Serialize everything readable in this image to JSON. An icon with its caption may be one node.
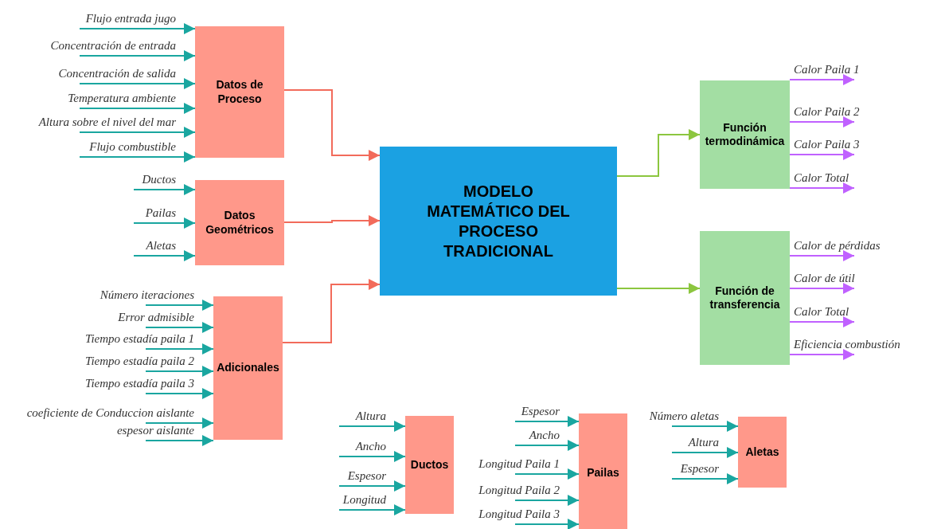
{
  "diagram": {
    "nodes": [
      {
        "text": [
          "Datos de Proceso"
        ]
      },
      {
        "text": [
          "Datos Geométricos"
        ]
      },
      {
        "text": [
          "Adicionales"
        ]
      },
      {
        "text": [
          "MODELO MATEMÁTICO DEL PROCESO TRADICIONAL"
        ]
      },
      {
        "text": [
          "Función termodinámica"
        ]
      },
      {
        "text": [
          "Función de transferencia"
        ]
      },
      {
        "text": [
          "Ductos"
        ]
      },
      {
        "text": [
          "Pailas"
        ]
      },
      {
        "text": [
          "Aletas"
        ]
      }
    ],
    "edges": [
      {
        "from": null,
        "to": 0,
        "arrow": "to",
        "label": "Flujo entrada jugo"
      },
      {
        "from": null,
        "to": 0,
        "arrow": "to",
        "label": "Concentración de entrada"
      },
      {
        "from": null,
        "to": 0,
        "arrow": "to",
        "label": "Concentración de salida"
      },
      {
        "from": null,
        "to": 0,
        "arrow": "to",
        "label": "Temperatura ambiente"
      },
      {
        "from": null,
        "to": 0,
        "arrow": "to",
        "label": "Altura sobre el nivel del mar"
      },
      {
        "from": null,
        "to": 0,
        "arrow": "to",
        "label": "Flujo combustible"
      },
      {
        "from": null,
        "to": 1,
        "arrow": "to",
        "label": "Ductos"
      },
      {
        "from": null,
        "to": 1,
        "arrow": "to",
        "label": "Pailas"
      },
      {
        "from": null,
        "to": 1,
        "arrow": "to",
        "label": "Aletas"
      },
      {
        "from": null,
        "to": 2,
        "arrow": "to",
        "label": "Número iteraciones"
      },
      {
        "from": null,
        "to": 2,
        "arrow": "to",
        "label": "Error admisible"
      },
      {
        "from": null,
        "to": 2,
        "arrow": "to",
        "label": "Tiempo estadía paila 1"
      },
      {
        "from": null,
        "to": 2,
        "arrow": "to",
        "label": "Tiempo estadía paila 2"
      },
      {
        "from": null,
        "to": 2,
        "arrow": "to",
        "label": "Tiempo estadía paila 3"
      },
      {
        "from": null,
        "to": 2,
        "arrow": "to",
        "label": "coeficiente de Conduccion aislante"
      },
      {
        "from": null,
        "to": 2,
        "arrow": "to",
        "label": "espesor aislante"
      },
      {
        "from": 0,
        "to": 3,
        "arrow": "to",
        "color": "#f26b5b"
      },
      {
        "from": 1,
        "to": 3,
        "arrow": "to",
        "color": "#f26b5b"
      },
      {
        "from": 2,
        "to": 3,
        "arrow": "to",
        "color": "#f26b5b"
      },
      {
        "from": 3,
        "to": 4,
        "arrow": "to",
        "color": "#8cc63f"
      },
      {
        "from": 3,
        "to": 5,
        "arrow": "to",
        "color": "#8cc63f"
      },
      {
        "from": 4,
        "to": null,
        "arrow": "to",
        "label": "Calor Paila 1",
        "color": "#c061ff"
      },
      {
        "from": 4,
        "to": null,
        "arrow": "to",
        "label": "Calor Paila 2",
        "color": "#c061ff"
      },
      {
        "from": 4,
        "to": null,
        "arrow": "to",
        "label": "Calor Paila 3",
        "color": "#c061ff"
      },
      {
        "from": 4,
        "to": null,
        "arrow": "to",
        "label": "Calor Total",
        "color": "#c061ff"
      },
      {
        "from": 5,
        "to": null,
        "arrow": "to",
        "label": "Calor de pérdidas",
        "color": "#c061ff"
      },
      {
        "from": 5,
        "to": null,
        "arrow": "to",
        "label": "Calor de útil",
        "color": "#c061ff"
      },
      {
        "from": 5,
        "to": null,
        "arrow": "to",
        "label": "Calor Total",
        "color": "#c061ff"
      },
      {
        "from": 5,
        "to": null,
        "arrow": "to",
        "label": "Eficiencia combustión",
        "color": "#c061ff"
      },
      {
        "from": null,
        "to": 6,
        "arrow": "to",
        "label": "Altura"
      },
      {
        "from": null,
        "to": 6,
        "arrow": "to",
        "label": "Ancho"
      },
      {
        "from": null,
        "to": 6,
        "arrow": "to",
        "label": "Espesor"
      },
      {
        "from": null,
        "to": 6,
        "arrow": "to",
        "label": "Longitud"
      },
      {
        "from": null,
        "to": 7,
        "arrow": "to",
        "label": "Espesor"
      },
      {
        "from": null,
        "to": 7,
        "arrow": "to",
        "label": "Ancho"
      },
      {
        "from": null,
        "to": 7,
        "arrow": "to",
        "label": "Longitud Paila 1"
      },
      {
        "from": null,
        "to": 7,
        "arrow": "to",
        "label": "Longitud Paila 2"
      },
      {
        "from": null,
        "to": 7,
        "arrow": "to",
        "label": "Longitud Paila 3"
      },
      {
        "from": null,
        "to": 8,
        "arrow": "to",
        "label": "Número aletas"
      },
      {
        "from": null,
        "to": 8,
        "arrow": "to",
        "label": "Altura"
      },
      {
        "from": null,
        "to": 8,
        "arrow": "to",
        "label": "Espesor"
      }
    ]
  }
}
